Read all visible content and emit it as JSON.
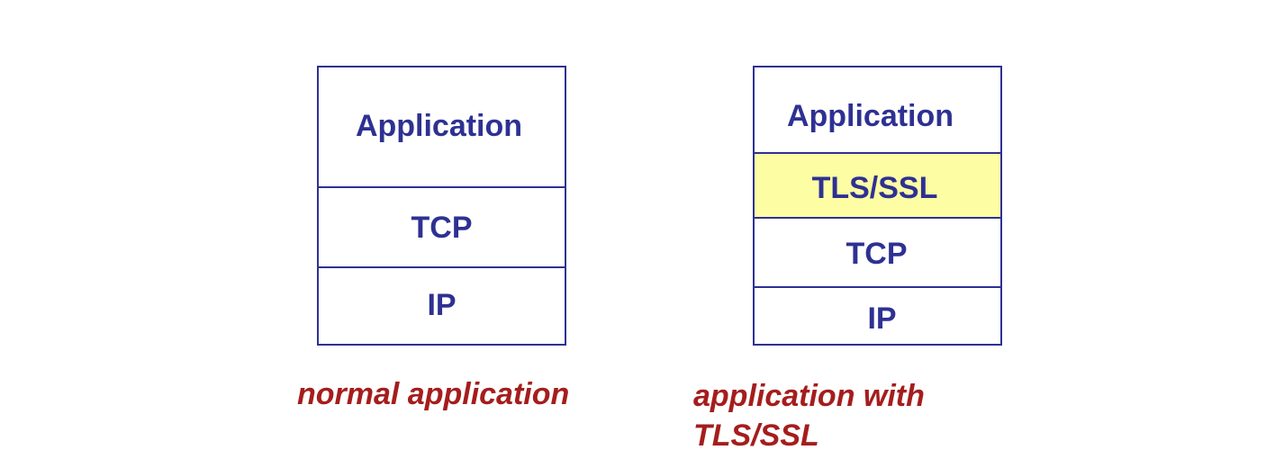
{
  "colors": {
    "stack_border": "#2e3192",
    "layer_text": "#2e3192",
    "highlight_fill": "#fdfda3",
    "caption_text": "#a51d1d"
  },
  "stacks": [
    {
      "caption": "normal application",
      "layers": [
        {
          "label": "Application"
        },
        {
          "label": "TCP"
        },
        {
          "label": "IP"
        }
      ]
    },
    {
      "caption_line1": "application with",
      "caption_line2": "TLS/SSL",
      "layers": [
        {
          "label": "Application"
        },
        {
          "label": "TLS/SSL",
          "highlighted": true
        },
        {
          "label": "TCP"
        },
        {
          "label": "IP"
        }
      ]
    }
  ]
}
